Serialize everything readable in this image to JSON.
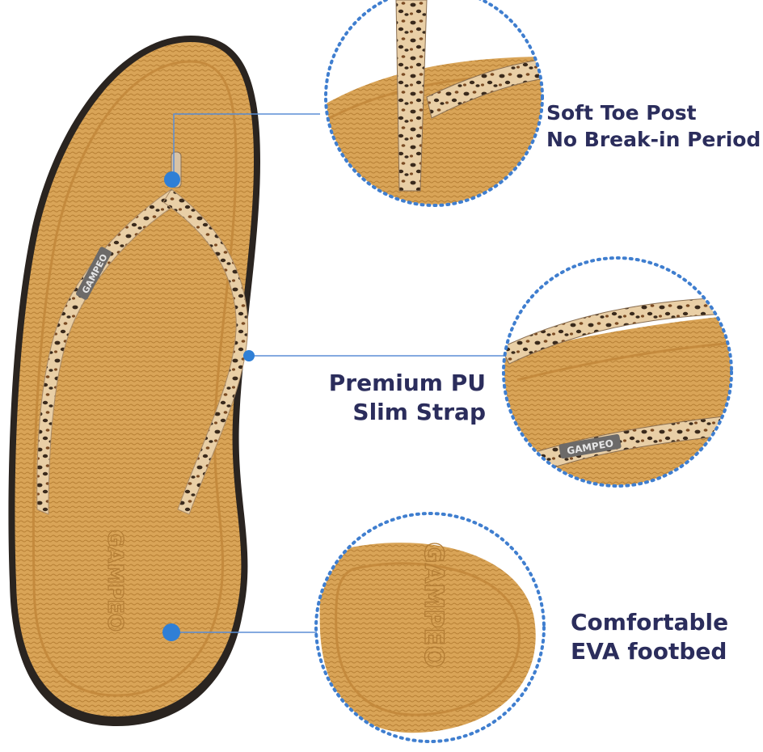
{
  "colors": {
    "footbed": "#d9a457",
    "footbed_dark": "#c48a3d",
    "sole_edge": "#2a2420",
    "callout_line": "#5b8ed6",
    "callout_dot": "#2f7fd6",
    "callout_ring": "#3f7ecf",
    "text": "#2b2d5c",
    "strap_base": "#e9cfa6",
    "strap_spot": "#3a2a1c"
  },
  "brand_mark": "GAMPEO",
  "callouts": [
    {
      "lines": [
        "Soft Toe Post",
        "No Break-in Period"
      ]
    },
    {
      "lines": [
        "Premium PU",
        "Slim Strap"
      ]
    },
    {
      "lines": [
        "Comfortable",
        "EVA footbed"
      ]
    }
  ]
}
